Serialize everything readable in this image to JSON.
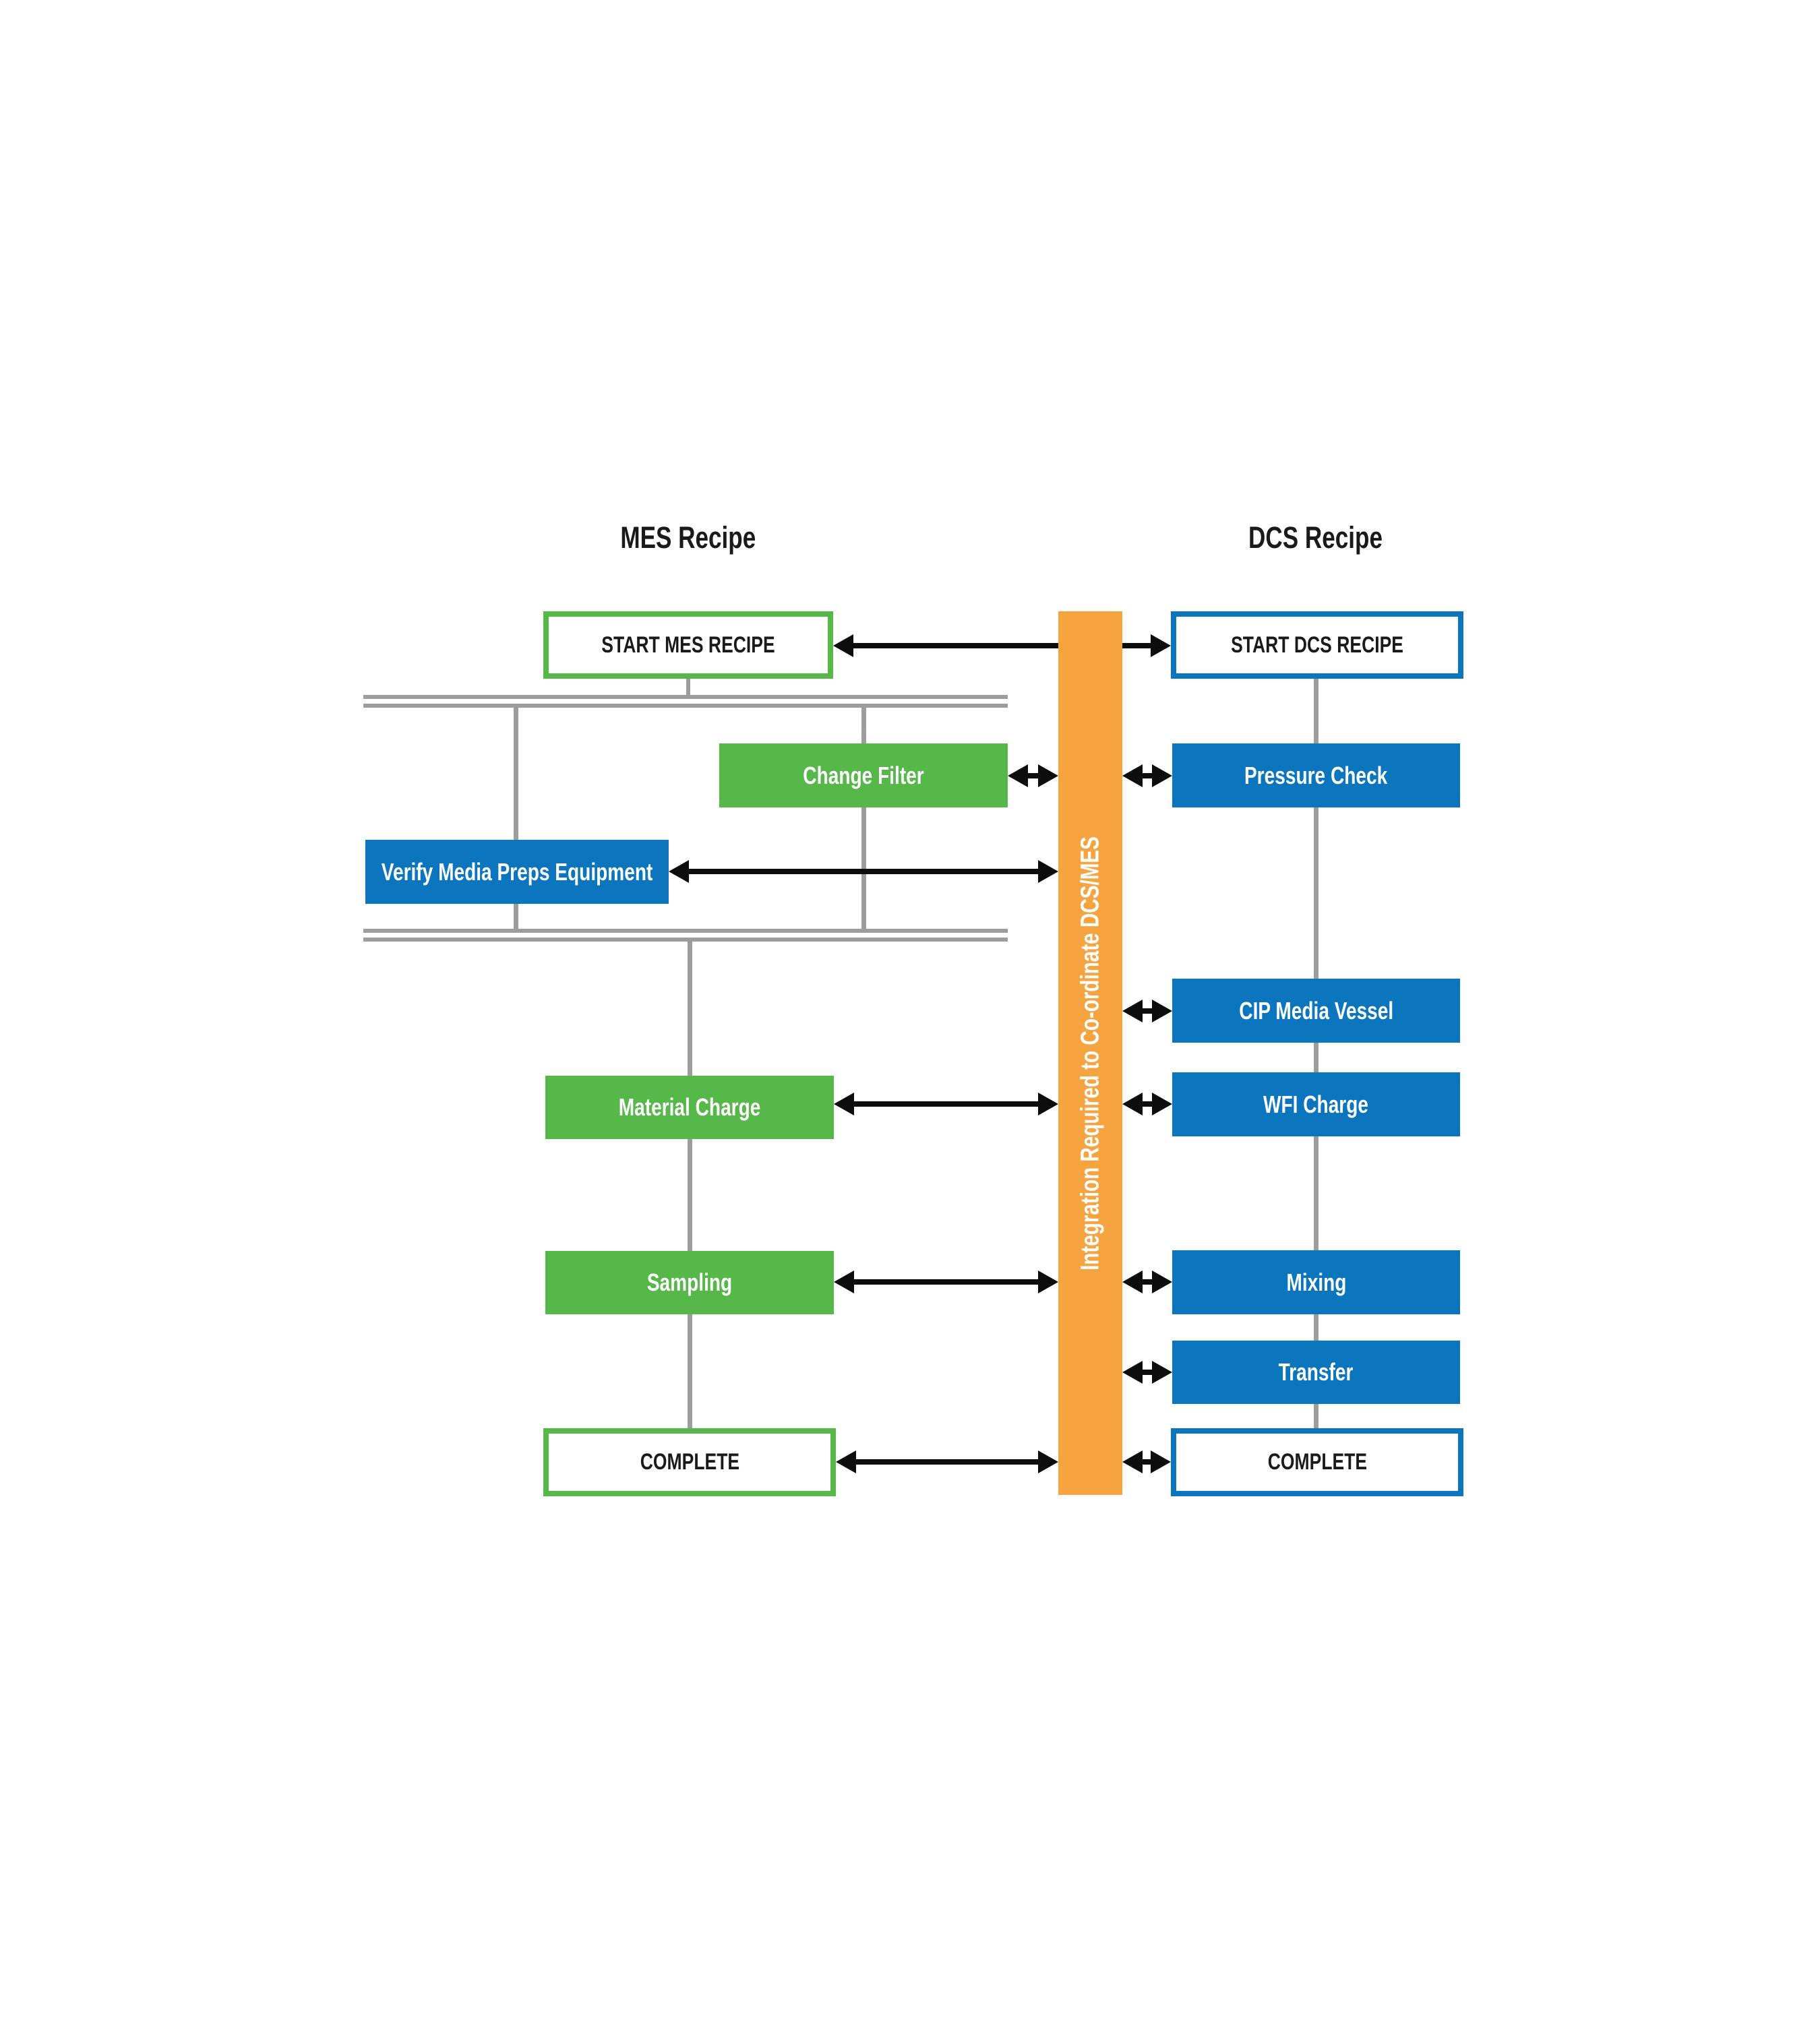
{
  "diagram": {
    "left_title": "MES Recipe",
    "right_title": "DCS Recipe",
    "mes": {
      "start": "START MES RECIPE",
      "change_filter": "Change Filter",
      "verify_media_preps_equipment": "Verify Media Preps Equipment",
      "material_charge": "Material Charge",
      "sampling": "Sampling",
      "complete": "COMPLETE"
    },
    "dcs": {
      "start": "START DCS RECIPE",
      "pressure_check": "Pressure Check",
      "cip_media_vessel": "CIP Media Vessel",
      "wfi_charge": "WFI Charge",
      "mixing": "Mixing",
      "transfer": "Transfer",
      "complete": "COMPLETE"
    },
    "integration_label": "Integration Required to Co-ordinate DCS/MES"
  },
  "colors": {
    "green": "#57B84A",
    "blue": "#0B76BD",
    "orange": "#F6A440",
    "line_gray": "#9D9D9D",
    "arrow_black": "#0D0D0D",
    "text_dark": "#1A1A1A",
    "background": "#FFFFFF"
  }
}
